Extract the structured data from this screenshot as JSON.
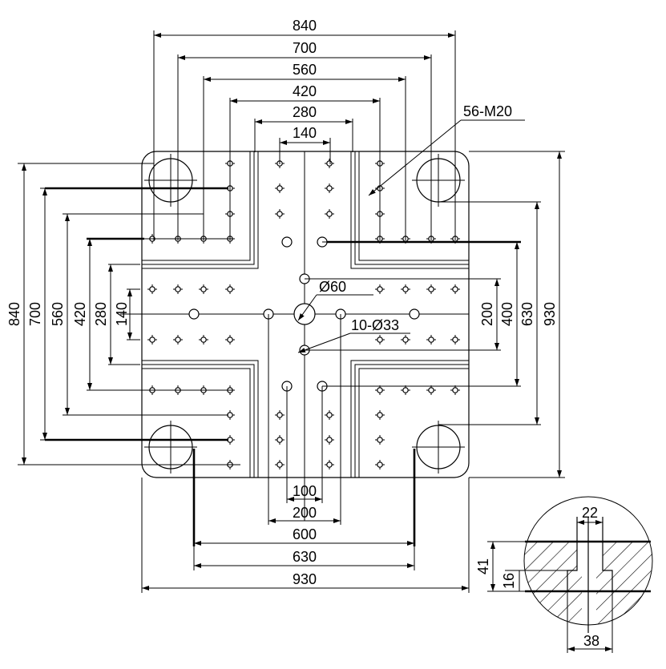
{
  "title": "",
  "top_dims": [
    "840",
    "700",
    "560",
    "420",
    "280",
    "140"
  ],
  "left_dims": [
    "840",
    "700",
    "560",
    "420",
    "280",
    "140"
  ],
  "right_dims": [
    "200",
    "400",
    "630",
    "930"
  ],
  "bottom_dims": [
    "100",
    "200",
    "600",
    "630",
    "930"
  ],
  "callouts": {
    "thread": "56-M20",
    "center_hole": "Ø60",
    "ejector_holes": "10-Ø33"
  },
  "detail_dims": {
    "top": "22",
    "height": "41",
    "depth": "16",
    "bottom": "38"
  }
}
